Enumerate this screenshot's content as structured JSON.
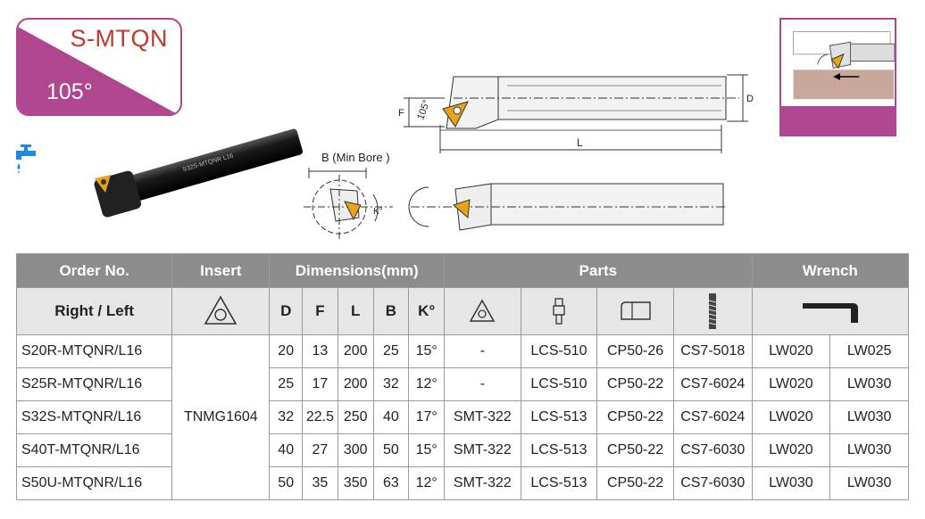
{
  "badge": {
    "title": "S-MTQN",
    "angle": "105°"
  },
  "colors": {
    "accent": "#b0468f",
    "title_red": "#c0392b",
    "header_gray": "#8c8c8c",
    "subheader_gray": "#e6e6e6",
    "insert_orange": "#e8a317"
  },
  "tool_engraving": "S32S-MTQNR L16",
  "drawing": {
    "angle": "105°",
    "F": "F",
    "D": "D",
    "L": "L",
    "B": "B (Min Bore )",
    "K": "K°"
  },
  "table": {
    "headers": {
      "order": "Order No.",
      "insert": "Insert",
      "dimensions": "Dimensions(mm)",
      "parts": "Parts",
      "wrench": "Wrench"
    },
    "subheaders": {
      "hand": "Right / Left",
      "D": "D",
      "F": "F",
      "L": "L",
      "B": "B",
      "K": "K°"
    },
    "insert_value": "TNMG1604",
    "rows": [
      {
        "order": "S20R-MTQNR/L16",
        "D": "20",
        "F": "13",
        "L": "200",
        "B": "25",
        "K": "15°",
        "shim": "-",
        "lever": "LCS-510",
        "clamp": "CP50-26",
        "screw": "CS7-5018",
        "w1": "LW020",
        "w2": "LW025"
      },
      {
        "order": "S25R-MTQNR/L16",
        "D": "25",
        "F": "17",
        "L": "200",
        "B": "32",
        "K": "12°",
        "shim": "-",
        "lever": "LCS-510",
        "clamp": "CP50-22",
        "screw": "CS7-6024",
        "w1": "LW020",
        "w2": "LW030"
      },
      {
        "order": "S32S-MTQNR/L16",
        "D": "32",
        "F": "22.5",
        "L": "250",
        "B": "40",
        "K": "17°",
        "shim": "SMT-322",
        "lever": "LCS-513",
        "clamp": "CP50-22",
        "screw": "CS7-6024",
        "w1": "LW020",
        "w2": "LW030"
      },
      {
        "order": "S40T-MTQNR/L16",
        "D": "40",
        "F": "27",
        "L": "300",
        "B": "50",
        "K": "15°",
        "shim": "SMT-322",
        "lever": "LCS-513",
        "clamp": "CP50-22",
        "screw": "CS7-6030",
        "w1": "LW020",
        "w2": "LW030"
      },
      {
        "order": "S50U-MTQNR/L16",
        "D": "50",
        "F": "35",
        "L": "350",
        "B": "63",
        "K": "12°",
        "shim": "SMT-322",
        "lever": "LCS-513",
        "clamp": "CP50-22",
        "screw": "CS7-6030",
        "w1": "LW030",
        "w2": "LW030"
      }
    ]
  }
}
